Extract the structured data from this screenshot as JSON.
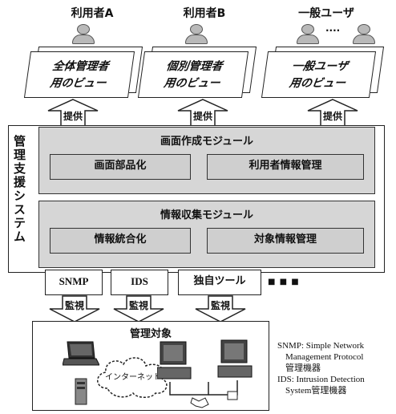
{
  "users": [
    {
      "label": "利用者A",
      "view_line1": "全体管理者",
      "view_line2": "用のビュー"
    },
    {
      "label": "利用者B",
      "view_line1": "個別管理者",
      "view_line2": "用のビュー"
    },
    {
      "label": "一般ユーザ",
      "view_line1": "一般ユーザ",
      "view_line2": "用のビュー"
    }
  ],
  "ellipsis": "....",
  "provide_label": "提供",
  "system_label": "管理支援システム",
  "screen_module": {
    "title": "画面作成モジュール",
    "items": [
      "画面部品化",
      "利用者情報管理"
    ]
  },
  "info_module": {
    "title": "情報収集モジュール",
    "items": [
      "情報統合化",
      "対象情報管理"
    ]
  },
  "tools": [
    "SNMP",
    "IDS",
    "独自ツール"
  ],
  "tool_ellipsis": "■ ■ ■",
  "monitor_label": "監視",
  "target": {
    "title": "管理対象",
    "cloud_label": "インターネット"
  },
  "legend": {
    "snmp_line1": "SNMP: Simple Network",
    "snmp_line2": "Management Protocol",
    "snmp_line3": "管理機器",
    "ids_line1": "IDS: Intrusion Detection",
    "ids_line2": "System管理機器"
  }
}
